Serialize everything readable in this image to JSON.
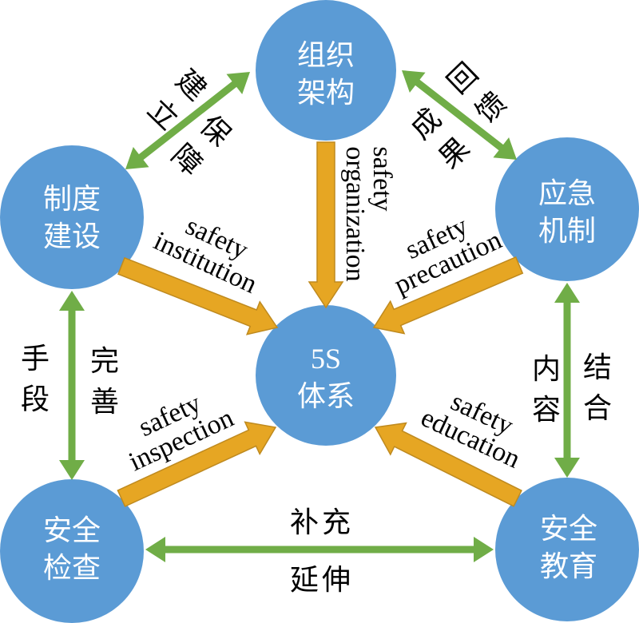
{
  "nodes": {
    "organization": [
      "组织",
      "架构"
    ],
    "institution": [
      "制度",
      "建设"
    ],
    "precaution": [
      "应急",
      "机制"
    ],
    "core": [
      "5S",
      "体系"
    ],
    "inspection": [
      "安全",
      "检查"
    ],
    "education": [
      "安全",
      "教育"
    ]
  },
  "inputs_to_core": {
    "organization": [
      "safety",
      "organization"
    ],
    "institution": [
      "safety",
      "institution"
    ],
    "precaution": [
      "safety",
      "precaution"
    ],
    "inspection": [
      "safety",
      "inspection"
    ],
    "education": [
      "safety",
      "education"
    ]
  },
  "links": {
    "organization_institution": [
      "建立",
      "保障"
    ],
    "organization_precaution": [
      "回馈",
      "成果"
    ],
    "institution_inspection": [
      "手段",
      "完善"
    ],
    "precaution_education": [
      "结合",
      "内容"
    ],
    "inspection_education": [
      "补充",
      "延伸"
    ]
  },
  "colors": {
    "node": "#5b9bd5",
    "node_text": "#ffffff",
    "input_arrow": "#e6a623",
    "input_arrow_outline": "#bf8a1f",
    "link_arrow": "#70ad47",
    "label_text": "#000000"
  }
}
